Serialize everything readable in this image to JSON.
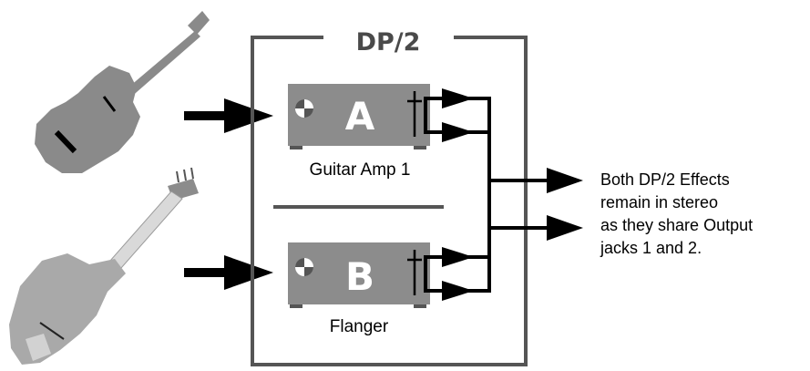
{
  "diagram": {
    "title": "DP/2",
    "effect_a": {
      "letter": "A",
      "label": "Guitar Amp 1"
    },
    "effect_b": {
      "letter": "B",
      "label": "Flanger"
    },
    "note_lines": [
      "Both DP/2 Effects",
      "remain in stereo",
      "as they share Output",
      "jacks 1 and 2."
    ],
    "icons": [
      "electric-guitar-icon",
      "bass-guitar-icon",
      "dial-icon",
      "output-jack-icon"
    ],
    "colors": {
      "module": "#8c8c8c",
      "frame": "#555555",
      "guitar": "#8a8a8a",
      "bass": "#a9a9a9",
      "arrow": "#000000"
    }
  }
}
